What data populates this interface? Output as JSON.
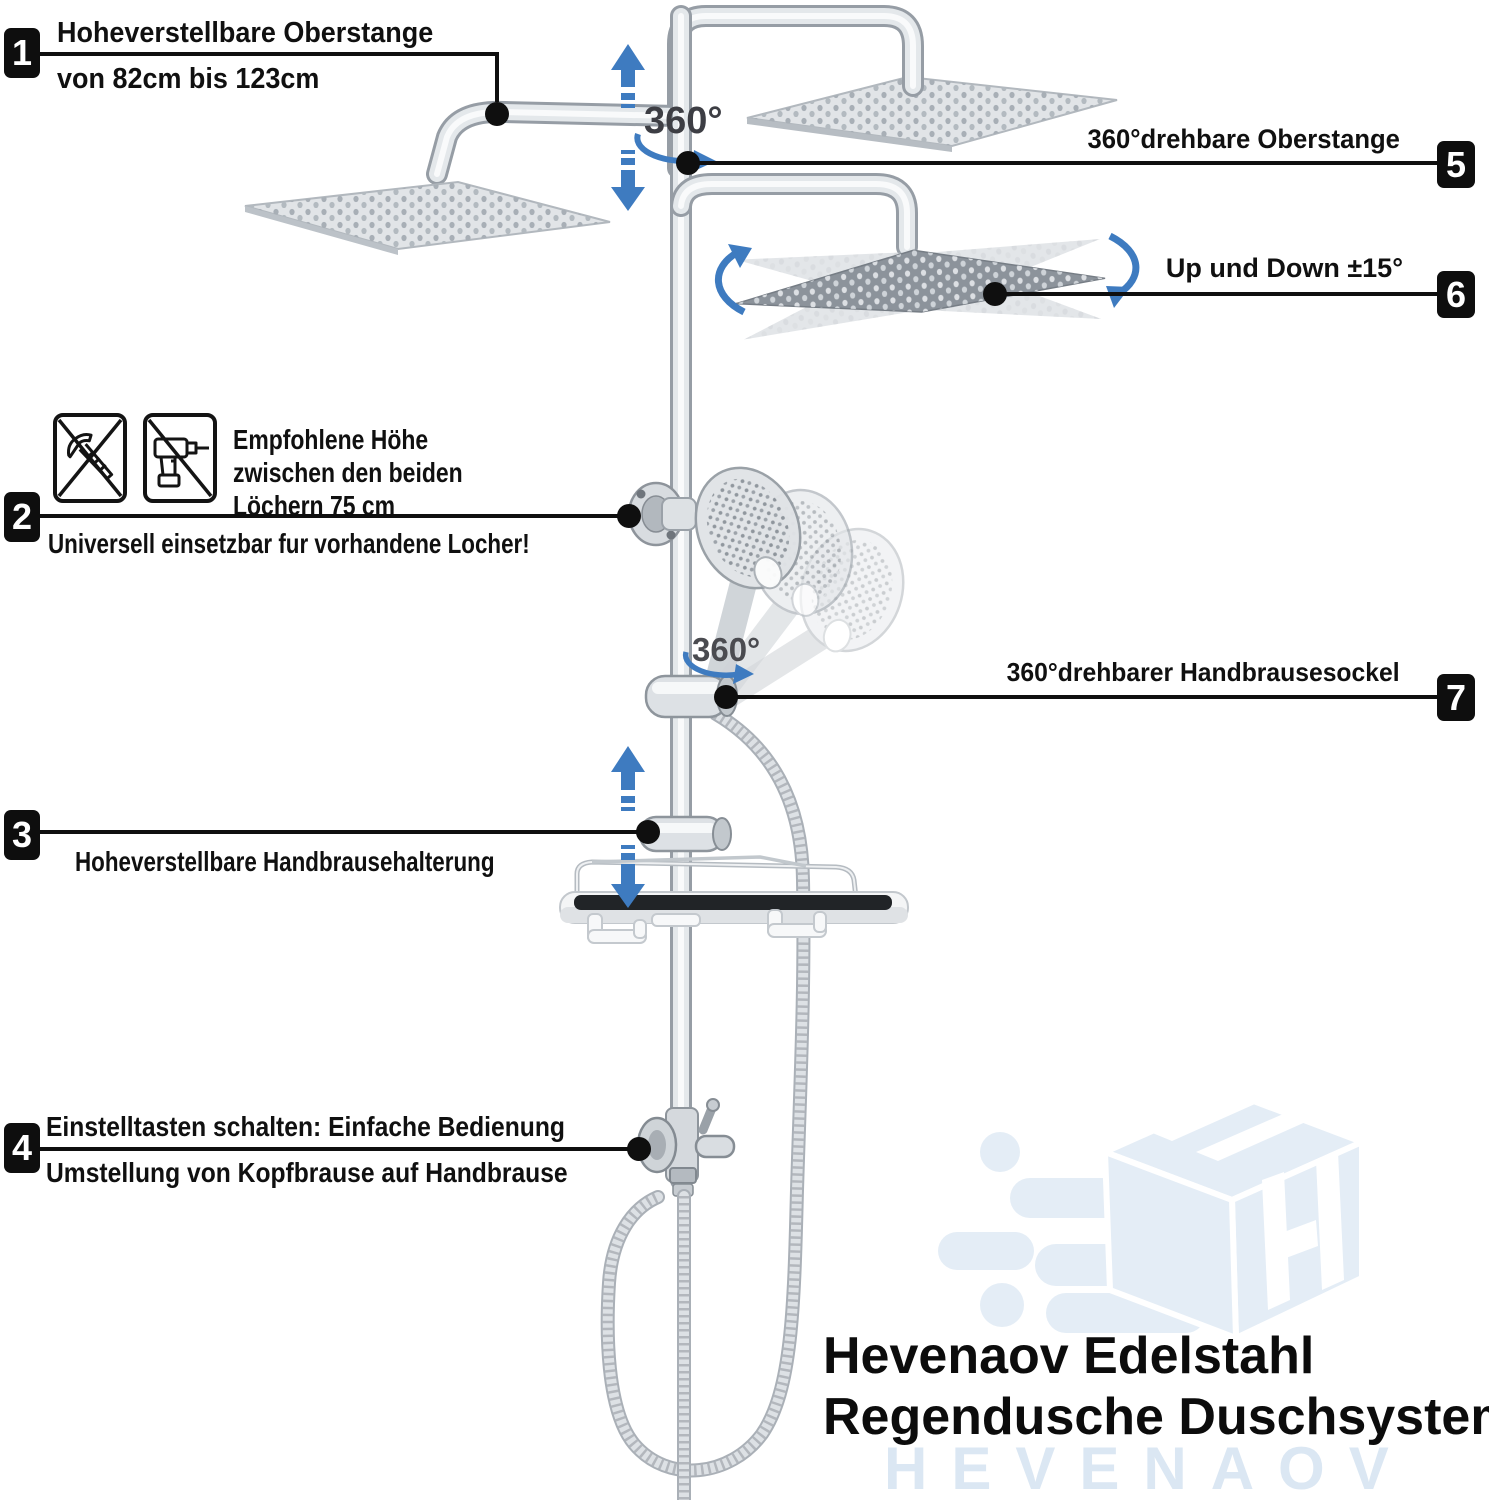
{
  "callout1": {
    "number": "1",
    "line1": "Hoheverstellbare Oberstange",
    "line2": "von 82cm bis 123cm"
  },
  "callout2": {
    "number": "2",
    "note_line1": "Empfohlene Höhe",
    "note_line2": "zwischen den beiden",
    "note_line3": "Löchern 75 cm",
    "caption": "Universell einsetzbar fur vorhandene Locher!"
  },
  "callout3": {
    "number": "3",
    "label": "Hoheverstellbare Handbrausehalterung"
  },
  "callout4": {
    "number": "4",
    "line1": "Einstelltasten schalten: Einfache Bedienung",
    "line2": "Umstellung von Kopfbrause auf Handbrause"
  },
  "callout5": {
    "number": "5",
    "label": "360°drehbare Oberstange"
  },
  "callout6": {
    "number": "6",
    "label": "Up und Down ±15°"
  },
  "callout7": {
    "number": "7",
    "label": "360°drehbarer Handbrausesockel"
  },
  "rotation_top": "360°",
  "rotation_hand": "360°",
  "branding": {
    "title_line1": "Hevenaov Edelstahl",
    "title_line2": "Regendusche Duschsystem",
    "watermark": "HEVENAOV"
  },
  "icons": {
    "box1": "no-hammer-icon",
    "box2": "no-drill-icon"
  },
  "colors": {
    "accent_blue": "#3e7bc0",
    "badge": "#0e0e0e",
    "text": "#111111",
    "rotation_gray": "#3d3e44",
    "watermark_blue": "#dbe7f3"
  }
}
